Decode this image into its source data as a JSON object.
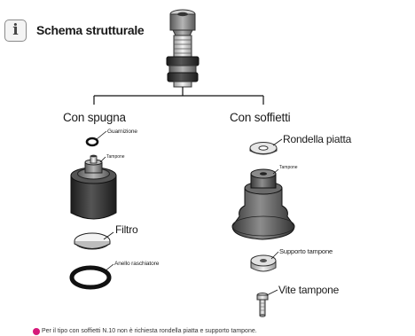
{
  "header": {
    "info_icon": "info-icon",
    "title": "Schema strutturale"
  },
  "branches": {
    "left": {
      "title": "Con spugna",
      "parts": {
        "guarnizione": "Guarnizione",
        "tampone": "Tampone",
        "filtro": "Filtro",
        "anello": "Anello raschiatore"
      }
    },
    "right": {
      "title": "Con soffietti",
      "parts": {
        "rondella": "Rondella piatta",
        "tampone": "Tampone",
        "supporto": "Supporto tampone",
        "vite": "Vite tampone"
      }
    }
  },
  "footnote": {
    "text": "Per il tipo con soffietti N.10 non è richiesta rondella piatta e supporto tampone."
  },
  "colors": {
    "dark_metal": "#2b2b2b",
    "mid_metal": "#7a7a7a",
    "light_metal": "#d0d0d0",
    "note_dot": "#d6197a"
  }
}
